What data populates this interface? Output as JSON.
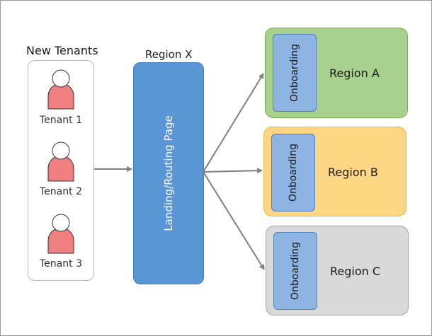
{
  "tenants": {
    "title": "New Tenants",
    "items": [
      {
        "label": "Tenant 1"
      },
      {
        "label": "Tenant 2"
      },
      {
        "label": "Tenant 3"
      }
    ]
  },
  "region_x": {
    "title": "Region X",
    "page_label": "Landing/Routing Page"
  },
  "regions": [
    {
      "name": "Region A",
      "onboarding_label": "Onboarding",
      "fill": "#a9d18e",
      "border": "#70ad47"
    },
    {
      "name": "Region B",
      "onboarding_label": "Onboarding",
      "fill": "#ffd683",
      "border": "#f2b33d"
    },
    {
      "name": "Region C",
      "onboarding_label": "Onboarding",
      "fill": "#d9d9d9",
      "border": "#a5a5a5"
    }
  ],
  "colors": {
    "landing_page": "#5a95d5",
    "onboarding": "#8db4e2",
    "person_body": "#f08080",
    "arrow": "#7f7f7f"
  }
}
